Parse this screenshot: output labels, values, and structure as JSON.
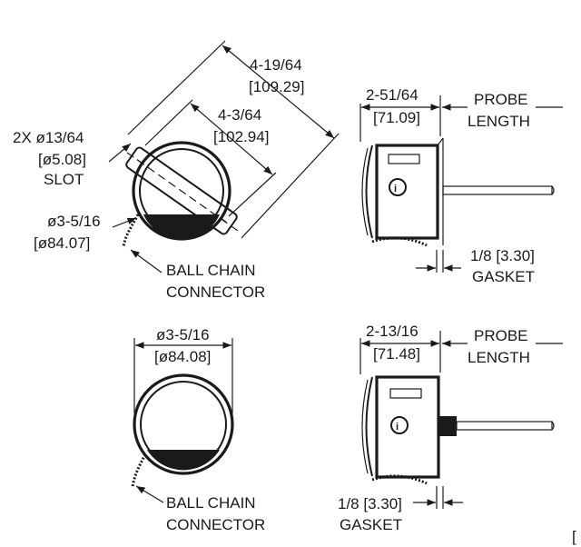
{
  "views": {
    "top_left": {
      "dim_outer_frac": "4-19/64",
      "dim_outer_mm": "[109.29]",
      "dim_inner_frac": "4-3/64",
      "dim_inner_mm": "[102.94]",
      "slot_line1": "2X ø13/64",
      "slot_line2": "[ø5.08]",
      "slot_line3": "SLOT",
      "dia_frac": "ø3-5/16",
      "dia_mm": "[ø84.07]",
      "chain_line1": "BALL CHAIN",
      "chain_line2": "CONNECTOR"
    },
    "top_right": {
      "depth_frac": "2-51/64",
      "depth_mm": "[71.09]",
      "probe_line1": "PROBE",
      "probe_line2": "LENGTH",
      "gasket_line1": "1/8 [3.30]",
      "gasket_line2": "GASKET"
    },
    "bottom_left": {
      "dia_frac": "ø3-5/16",
      "dia_mm": "[ø84.08]",
      "chain_line1": "BALL CHAIN",
      "chain_line2": "CONNECTOR"
    },
    "bottom_right": {
      "depth_frac": "2-13/16",
      "depth_mm": "[71.48]",
      "probe_line1": "PROBE",
      "probe_line2": "LENGTH",
      "gasket_line1": "1/8 [3.30]",
      "gasket_line2": "GASKET"
    },
    "corner_mark": "["
  },
  "colors": {
    "ink": "#1a1a1a",
    "background": "#ffffff"
  }
}
